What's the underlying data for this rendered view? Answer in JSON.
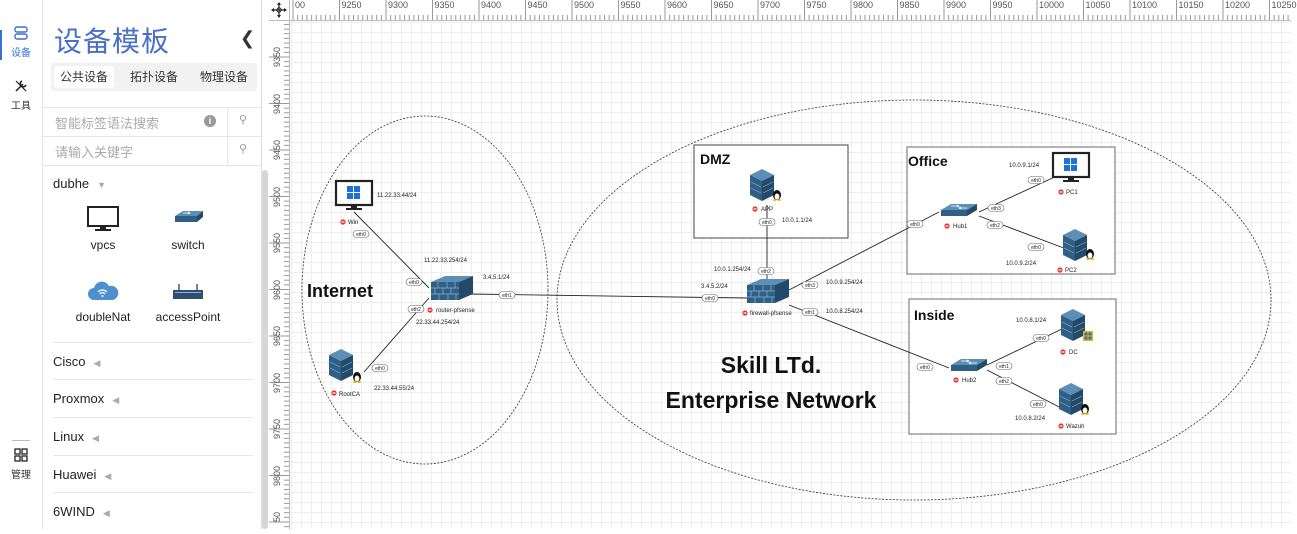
{
  "rail": {
    "items": [
      {
        "label": "设备",
        "icon": "device-icon",
        "active": true
      },
      {
        "label": "工具",
        "icon": "tools-icon",
        "active": false
      },
      {
        "label": "管理",
        "icon": "manage-icon",
        "active": false
      }
    ]
  },
  "panel": {
    "title": "设备模板",
    "collapse_icon": "chevron-left-icon",
    "tabs": [
      {
        "label": "公共设备",
        "active": true
      },
      {
        "label": "拓扑设备",
        "active": false
      },
      {
        "label": "物理设备",
        "active": false
      }
    ],
    "search_tag": {
      "placeholder": "智能标签语法搜索"
    },
    "search_key": {
      "placeholder": "请输入关键字"
    },
    "groups": [
      {
        "name": "dubhe",
        "expanded": true,
        "devices": [
          {
            "label": "vpcs",
            "icon": "monitor-icon"
          },
          {
            "label": "switch",
            "icon": "switch-icon"
          },
          {
            "label": "doubleNat",
            "icon": "cloud-wifi-icon"
          },
          {
            "label": "accessPoint",
            "icon": "access-point-icon"
          }
        ]
      },
      {
        "name": "Cisco",
        "expanded": false
      },
      {
        "name": "Proxmox",
        "expanded": false
      },
      {
        "name": "Linux",
        "expanded": false
      },
      {
        "name": "Huawei",
        "expanded": false
      },
      {
        "name": "6WIND",
        "expanded": false
      }
    ]
  },
  "ruler": {
    "x": [
      "00",
      "9250",
      "9300",
      "9350",
      "9400",
      "9450",
      "9500",
      "9550",
      "9600",
      "9650",
      "9700",
      "9750",
      "9800",
      "9850",
      "9900",
      "9950",
      "10000",
      "10050",
      "10100",
      "10150",
      "10200",
      "10250"
    ],
    "y": [
      "9350",
      "9400",
      "9450",
      "9500",
      "9550",
      "9600",
      "9650",
      "9700",
      "9750",
      "9800",
      "50"
    ]
  },
  "topology": {
    "zones": {
      "internet": "Internet",
      "dmz": "DMZ",
      "office": "Office",
      "inside": "Inside",
      "enterprise_line1": "Skill LTd.",
      "enterprise_line2": "Enterprise Network"
    },
    "nodes": {
      "win": {
        "name": "Win",
        "ip": "11.22.33.44/24",
        "port": "eth0"
      },
      "rootca": {
        "name": "RootCA",
        "ip": "22.33.44.55/24",
        "port": "eth0"
      },
      "router": {
        "name": "router-pfsense",
        "ip_eth0": "11.22.33.254/24",
        "ip_eth2": "22.33.44.254/24",
        "ip_eth1": "3.4.5.1/24",
        "ports": [
          "eth0",
          "eth2",
          "eth1"
        ]
      },
      "firewall": {
        "name": "firewall-pfsense",
        "ip_eth0": "3.4.5.2/24",
        "ip_eth2": "10.0.1.254/24",
        "ip_eth3": "10.0.9.254/24",
        "ip_eth1": "10.0.8.254/24",
        "ports": [
          "eth0",
          "eth2",
          "eth3",
          "eth1"
        ]
      },
      "app": {
        "name": "APP",
        "ip": "10.0.1.1/24",
        "port": "eth0"
      },
      "hub1": {
        "name": "Hub1",
        "ports": [
          "eth0",
          "eth3",
          "eth2"
        ]
      },
      "pc1": {
        "name": "PC1",
        "ip": "10.0.9.1/24",
        "port": "eth0"
      },
      "pc2": {
        "name": "PC2",
        "ip": "10.0.9.2/24",
        "port": "eth0"
      },
      "hub2": {
        "name": "Hub2",
        "ports": [
          "eth0",
          "eth1",
          "eth2"
        ]
      },
      "dc": {
        "name": "DC",
        "ip": "10.0.8.1/24",
        "port": "eth0"
      },
      "wazuh": {
        "name": "Wazuh",
        "ip": "10.0.8.2/24",
        "port": "eth0"
      }
    }
  },
  "colors": {
    "accent": "#3a6fd8",
    "title": "#4a6fc8",
    "device": "#2f5f85",
    "status": "#e8322b"
  }
}
